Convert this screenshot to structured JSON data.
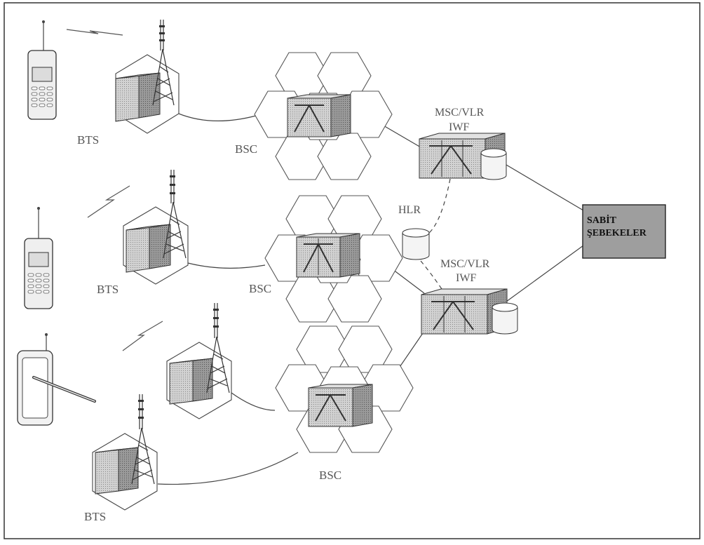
{
  "labels": {
    "bts": "BTS",
    "bsc": "BSC",
    "msc_vlr": "MSC/VLR",
    "iwf": "IWF",
    "hlr": "HLR"
  },
  "fixed_network": {
    "line1": "SABİT",
    "line2": "ŞEBEKELER"
  },
  "colors": {
    "line": "#444444",
    "fixed_network_fill": "#9e9e9e",
    "equipment_front": "#c4c4c4",
    "equipment_side": "#8e8e8e"
  }
}
